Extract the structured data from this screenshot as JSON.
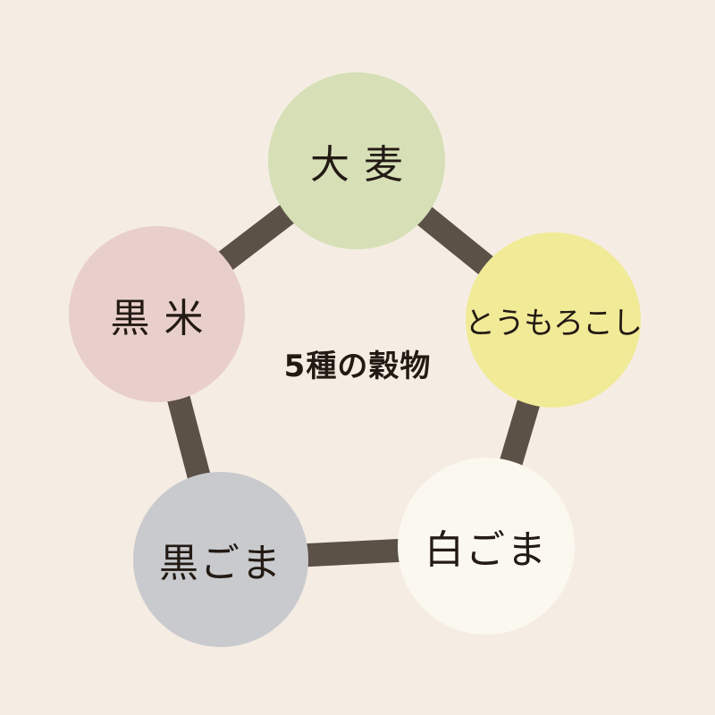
{
  "title": "5種の穀物",
  "nodes": [
    {
      "id": "barley",
      "label": "大麦",
      "color": "#d6dfb6"
    },
    {
      "id": "corn",
      "label": "とうもろこし",
      "color": "#f1ea97"
    },
    {
      "id": "white_sesame",
      "label": "白ごま",
      "color": "#fbf8f0"
    },
    {
      "id": "black_sesame",
      "label": "黒ごま",
      "color": "#c9cace"
    },
    {
      "id": "black_rice",
      "label": "黒米",
      "color": "#e9cfcb"
    }
  ],
  "connector_color": "#5c5147"
}
